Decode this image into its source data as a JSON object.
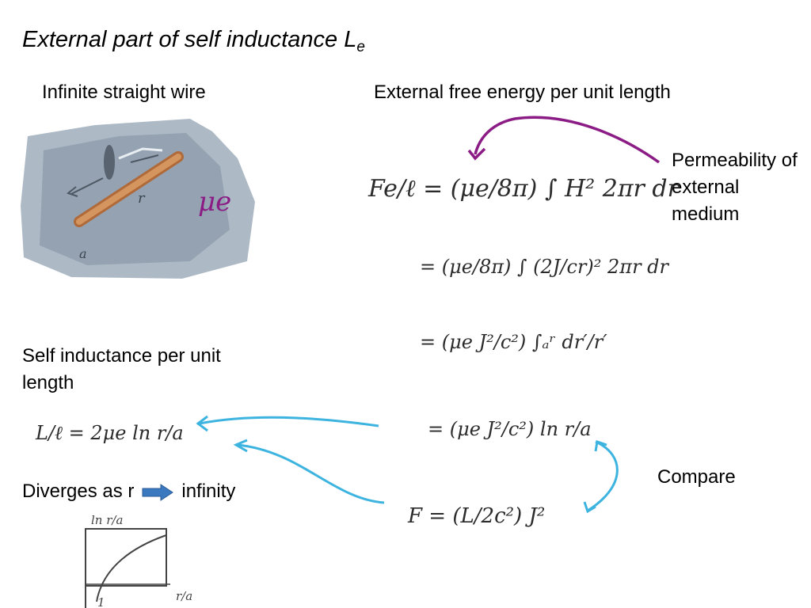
{
  "title": {
    "main": "External part of self inductance L",
    "subscript": "e"
  },
  "labels": {
    "wire": "Infinite straight wire",
    "energy": "External free energy per unit length",
    "permeability": "Permeability of external medium",
    "self_inductance": "Self inductance per unit length",
    "diverges_prefix": "Diverges as r",
    "diverges_suffix": "infinity",
    "compare": "Compare"
  },
  "handwriting": {
    "mu_e": "μe",
    "eq1": "Fe/ℓ = (μe/8π) ∫ H² 2πr dr",
    "eq2": "= (μe/8π) ∫ (2J/cr)² 2πr dr",
    "eq3": "= (μe J²/c²) ∫ₐʳ dr′/r′",
    "eq4": "= (μe J²/c²) ln r/a",
    "eq5": "F = (L/2c²) J²",
    "self_eq": "L/ℓ = 2μe ln r/a",
    "graph_y": "ln r/a",
    "graph_x": "r/a",
    "graph_one": "1",
    "wire_r": "r",
    "wire_a": "a"
  },
  "colors": {
    "purple": "#8b1c85",
    "cyan": "#3db4e0",
    "arrow_blue": "#3a78c0",
    "wire_bg": "#9aa8b6",
    "wire": "#c9874f"
  }
}
